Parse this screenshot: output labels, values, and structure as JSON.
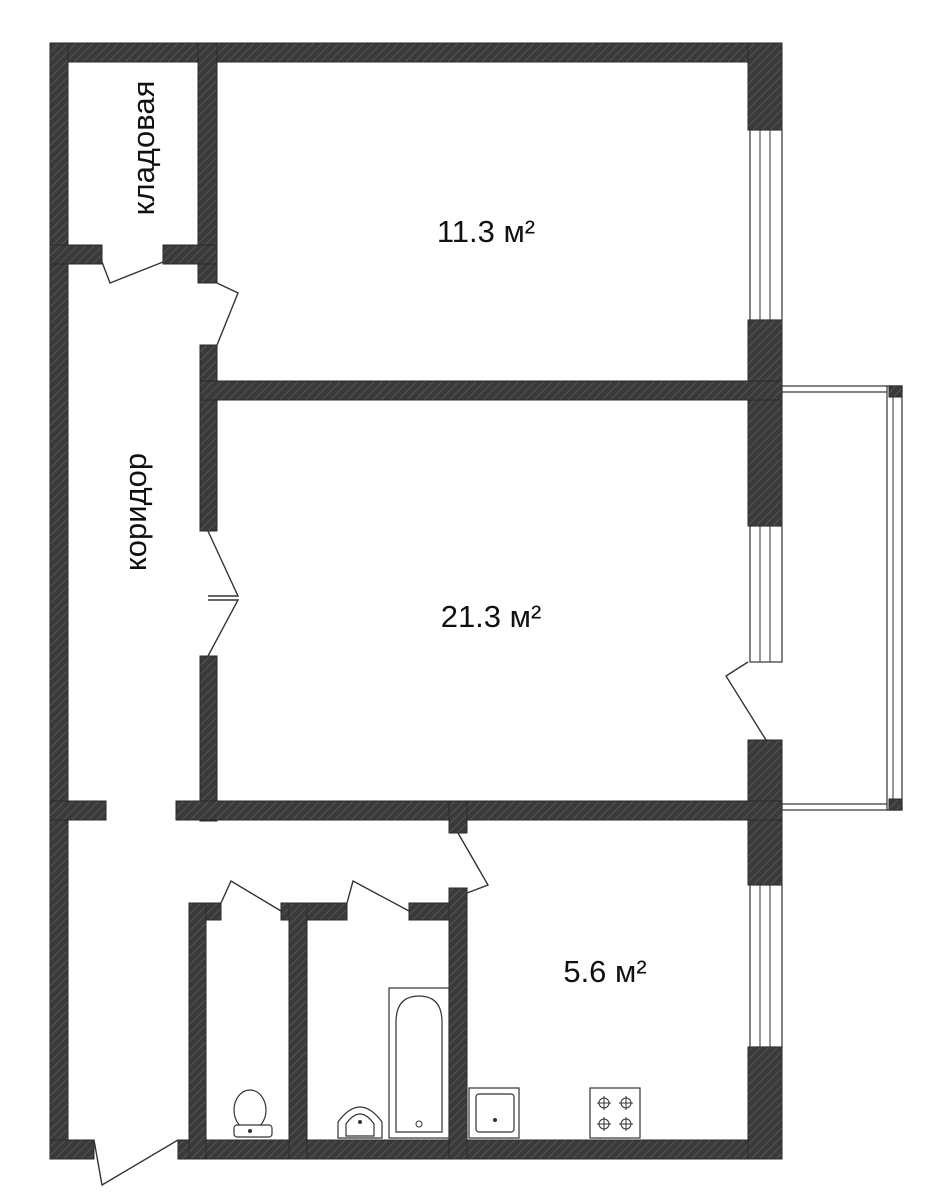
{
  "rooms": {
    "storage": {
      "name": "кладовая"
    },
    "corridor": {
      "name": "коридор"
    },
    "bedroom": {
      "area": "11.3 м²"
    },
    "living_room": {
      "area": "21.3 м²"
    },
    "kitchen": {
      "area": "5.6 м²"
    }
  },
  "colors": {
    "wall_fill": "#3a3a3a",
    "wall_hatch": "#6a6a6a",
    "background": "#ffffff",
    "line": "#333333"
  }
}
